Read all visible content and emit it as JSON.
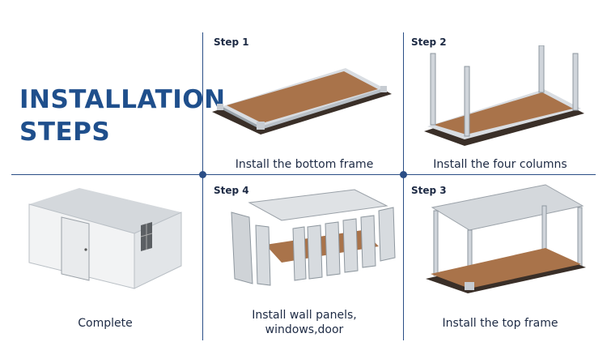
{
  "title": {
    "line1": "INSTALLATION",
    "line2": "STEPS"
  },
  "steps": {
    "step1": {
      "label": "Step 1",
      "caption": "Install the bottom frame"
    },
    "step2": {
      "label": "Step 2",
      "caption": "Install the four columns"
    },
    "step4": {
      "label": "Step 4",
      "caption_line1": "Install wall panels,",
      "caption_line2": "windows,door"
    },
    "step3": {
      "label": "Step 3",
      "caption": "Install the top frame"
    },
    "complete": {
      "caption": "Complete"
    }
  },
  "colors": {
    "accent": "#1f4f8c",
    "lines": "#2a4e86",
    "floor": "#a9734a",
    "frame": "#3a2f28"
  }
}
